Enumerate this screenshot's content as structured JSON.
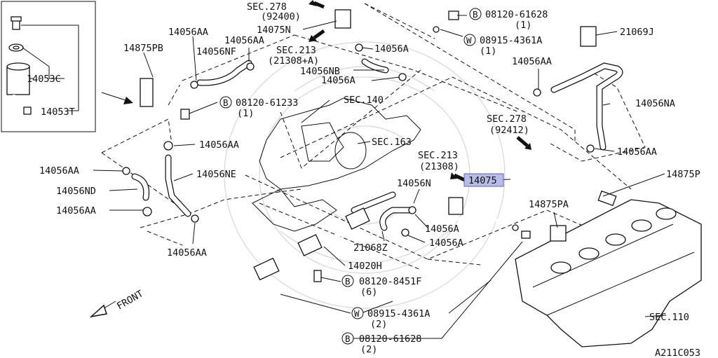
{
  "diagram_id": "A211C053",
  "labels": {
    "p14053C": "14053C",
    "p14053T": "14053T",
    "p14875PB": "14875PB",
    "p14056AA_a": "14056AA",
    "p14056AA_b": "14056AA",
    "p14056NF": "14056NF",
    "sec278_top": "SEC.278",
    "sec278_top_sub": "(92400)",
    "p14075N": "14075N",
    "sec213_top": "SEC.213",
    "sec213_top_sub": "(21308+A)",
    "p14056A_top": "14056A",
    "p14056NB": "14056NB",
    "p14056A_mid": "14056A",
    "bolt_top_code": "08120-61628",
    "bolt_top_qty": "(1)",
    "washer_top_code": "08915-4361A",
    "washer_top_qty": "(1)",
    "p21069J": "21069J",
    "p14056AA_right": "14056AA",
    "p14056NA": "14056NA",
    "p14056AA_right2": "14056AA",
    "bolt_left_code": "08120-61233",
    "bolt_left_qty": "(1)",
    "sec140": "SEC.140",
    "sec163": "SEC.163",
    "p14056AA_c": "14056AA",
    "sec278_mid": "SEC.278",
    "sec278_mid_sub": "(92412)",
    "sec213_mid": "SEC.213",
    "sec213_mid_sub": "(21308)",
    "p14075": "14075",
    "p14875P": "14875P",
    "p14056AA_d": "14056AA",
    "p14056NE": "14056NE",
    "p14056ND": "14056ND",
    "p14056N": "14056N",
    "p14056AA_e": "14056AA",
    "p14875PA": "14875PA",
    "p14056A_low1": "14056A",
    "p14056A_low2": "14056A",
    "p21068Z": "21068Z",
    "p14056AA_f": "14056AA",
    "p14020H": "14020H",
    "bolt_low_code": "08120-8451F",
    "bolt_low_qty": "(6)",
    "front": "FRONT",
    "washer_low_code": "08915-4361A",
    "washer_low_qty": "(2)",
    "sec110": "SEC.110",
    "bolt_bottom_code": "08120-61628",
    "bolt_bottom_qty": "(2)",
    "circle_B": "B",
    "circle_W": "W"
  }
}
